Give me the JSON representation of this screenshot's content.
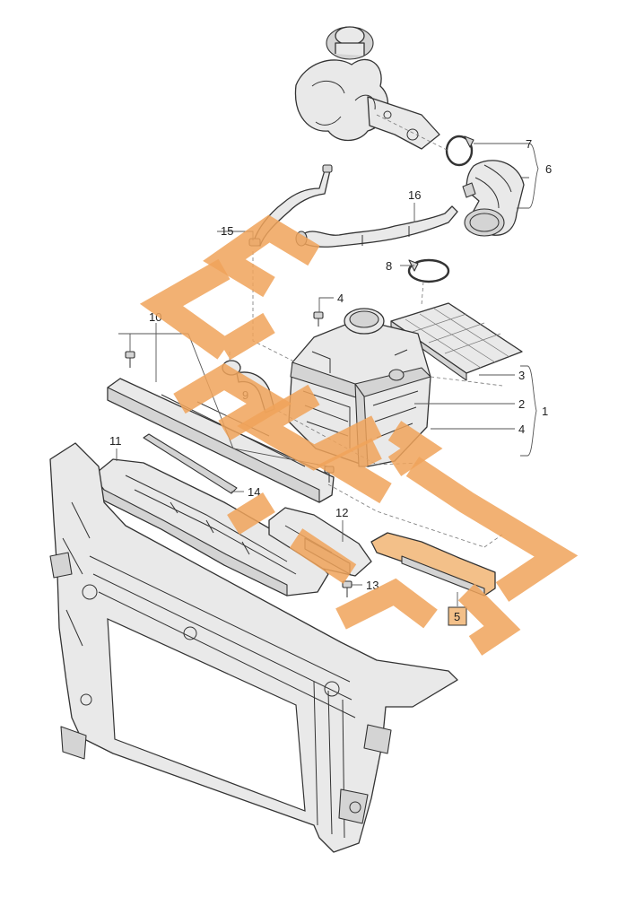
{
  "callouts": {
    "c1": "1",
    "c2": "2",
    "c3": "3",
    "c4a": "4",
    "c4b": "4",
    "c5": "5",
    "c6": "6",
    "c7": "7",
    "c8": "8",
    "c9": "9",
    "c10": "10",
    "c11": "11",
    "c12": "12",
    "c13": "13",
    "c14": "14",
    "c15": "15",
    "c16": "16"
  },
  "colors": {
    "watermark": "#f0a35b",
    "highlight_fill": "#f3c089",
    "line": "#333333"
  }
}
